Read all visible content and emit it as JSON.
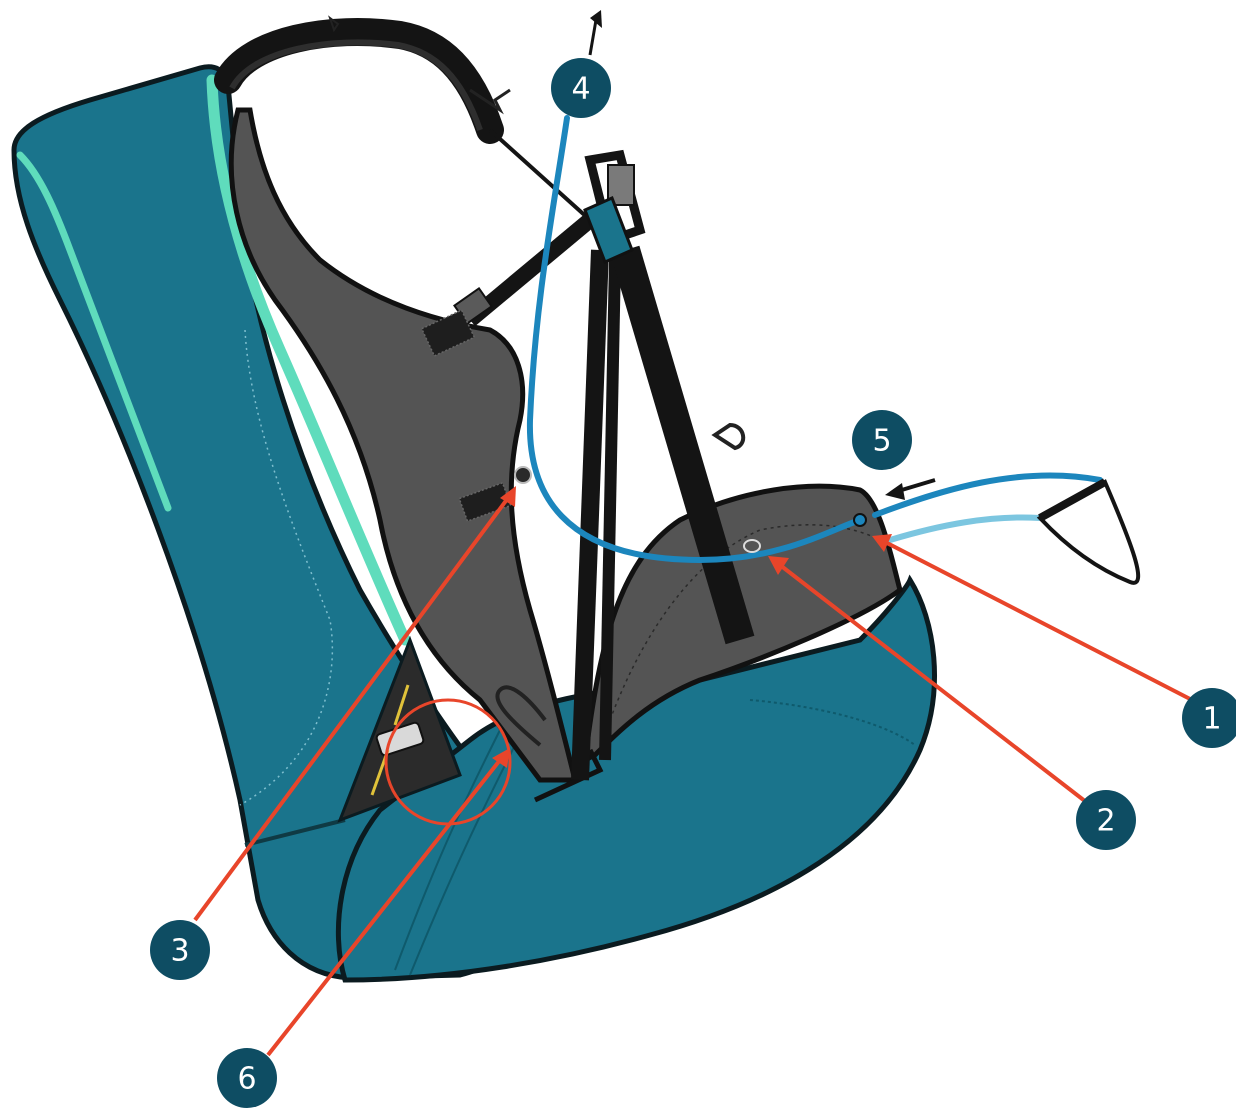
{
  "diagram": {
    "colors": {
      "shell_teal": "#1a748c",
      "shell_outline": "#0b1b20",
      "mint_piping": "#5fdcbc",
      "seat_grey": "#545454",
      "strap_black": "#141414",
      "cable_blue": "#1c86bd",
      "cable_light_blue": "#7cc6e0",
      "callout_fill": "#0e4d63",
      "pointer_red": "#e8452a"
    },
    "callouts": [
      {
        "id": "1",
        "label": "1"
      },
      {
        "id": "2",
        "label": "2"
      },
      {
        "id": "3",
        "label": "3"
      },
      {
        "id": "4",
        "label": "4"
      },
      {
        "id": "5",
        "label": "5"
      },
      {
        "id": "6",
        "label": "6"
      }
    ]
  }
}
